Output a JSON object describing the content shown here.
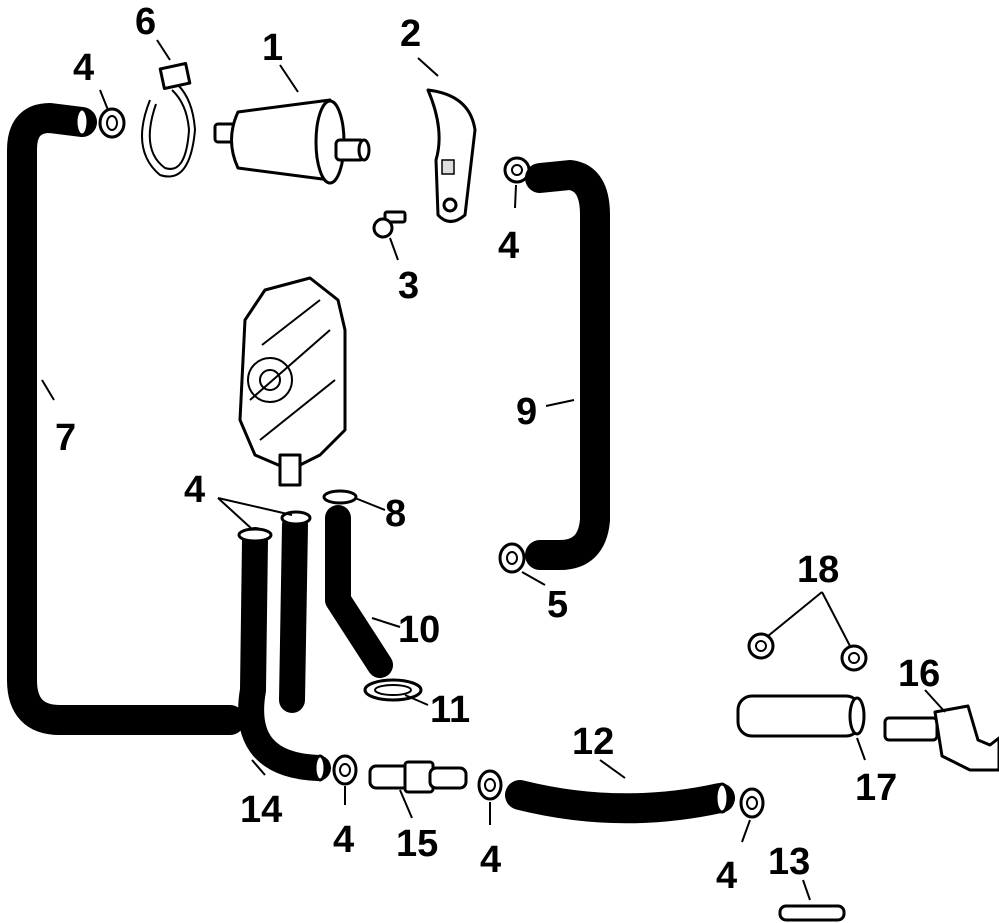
{
  "diagram": {
    "callouts": [
      {
        "id": "c1",
        "text": "1"
      },
      {
        "id": "c2",
        "text": "2"
      },
      {
        "id": "c3",
        "text": "3"
      },
      {
        "id": "c4a",
        "text": "4"
      },
      {
        "id": "c4b",
        "text": "4"
      },
      {
        "id": "c4c",
        "text": "4"
      },
      {
        "id": "c4d",
        "text": "4"
      },
      {
        "id": "c4e",
        "text": "4"
      },
      {
        "id": "c4f",
        "text": "4"
      },
      {
        "id": "c5",
        "text": "5"
      },
      {
        "id": "c6",
        "text": "6"
      },
      {
        "id": "c7",
        "text": "7"
      },
      {
        "id": "c8",
        "text": "8"
      },
      {
        "id": "c9",
        "text": "9"
      },
      {
        "id": "c10",
        "text": "10"
      },
      {
        "id": "c11",
        "text": "11"
      },
      {
        "id": "c12",
        "text": "12"
      },
      {
        "id": "c13",
        "text": "13"
      },
      {
        "id": "c14",
        "text": "14"
      },
      {
        "id": "c15",
        "text": "15"
      },
      {
        "id": "c16",
        "text": "16"
      },
      {
        "id": "c17",
        "text": "17"
      },
      {
        "id": "c18",
        "text": "18"
      }
    ]
  }
}
